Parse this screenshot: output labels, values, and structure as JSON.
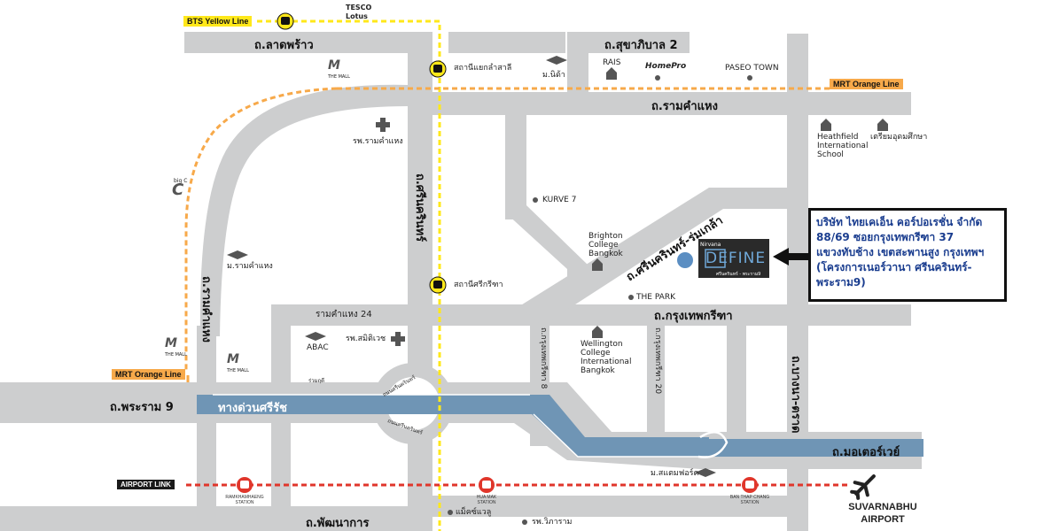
{
  "rail_lines": {
    "bts_yellow": "BTS Yellow Line",
    "mrt_orange_top": "MRT Orange Line",
    "mrt_orange_left": "MRT Orange Line",
    "airport_link": "AIRPORT LINK"
  },
  "roads": {
    "lat_phrao": "ถ.ลาดพร้าว",
    "sukhaphiban2": "ถ.สุขาภิบาล 2",
    "ramkhamhaeng": "ถ.รามคำแหง",
    "ramkhamhaeng_vertical": "ถ.รามคำแหง",
    "srinakarin": "ถ.ศรีนครินทร์",
    "srinakarin_romklao": "ถ.ศรีนครินทร์-ร่มเกล้า",
    "krungthep_kreetha": "ถ.กรุงเทพกรีฑา",
    "ramkhamhaeng24": "รามคำแหง 24",
    "rama9": "ถ.พระราม 9",
    "si_rat_expressway": "ทางด่วนศรีรัช",
    "motorway": "ถ.มอเตอร์เวย์",
    "phatthanakan": "ถ.พัฒนาการ",
    "kt8": "ถ.กรุงเทพกรีฑา 8",
    "kt20": "ถ.กรุงเทพกรีฑา 20",
    "romklao": "ถ.บางนา-ตราด",
    "circle_top": "ถนนศรีนครินทร์",
    "circle_bottom": "ถนนศรีนครินทร์"
  },
  "places": {
    "tesco": "TESCO\nLotus",
    "yaek_lam_sali": "สถานีแยกลำสาลี",
    "m_nida": "ม.นิด้า",
    "rais": "RAIS",
    "homepro": "HomePro",
    "paseo": "PASEO TOWN",
    "rama_hospital": "รพ.รามคำแหง",
    "heathfield": "Heathfield\nInternational\nSchool",
    "triam": "เตรียมอุดมศึกษา",
    "kurve7": "KURVE 7",
    "brighton": "Brighton\nCollege\nBangkok",
    "m_ramkhamhaeng": "ม.รามคำแหง",
    "srikreetha_station": "สถานีศรีกรีฑา",
    "the_park": "THE PARK",
    "wellington": "Wellington\nCollege\nInternational\nBangkok",
    "abac": "ABAC",
    "samitivej": "รพ.สมิติเวช",
    "thai_khai": "ร่วมฤดี",
    "the_mall_top": "THE MALL",
    "the_mall_mid": "THE MALL",
    "the_mall_left": "THE MALL",
    "big_c": "big C",
    "stamford": "ม.สแตมฟอร์ด",
    "makro": "แม็คซ์แวลู",
    "vichaiyut": "รพ.วิภาราม",
    "ramkhamhaeng_station": "RAMKHAMHAENG\nSTATION",
    "hua_mak_station": "HUA MAK\nSTATION",
    "ban_thap_chang_station": "BAN THAP CHANG\nSTATION",
    "airport": "SUVARNABHU\nAIRPORT"
  },
  "project": {
    "brand_small": "Nirvana",
    "logo_text": "DEFINE",
    "tagline": "ศรีนครินทร์ - พระราม9"
  },
  "info_box": {
    "line1": "บริษัท ไทยเคเอ็น คอร์ปอเรชั่น จำกัด",
    "line2": "88/69 ซอยกรุงเทพกรีฑา 37",
    "line3": "แขวงทับช้าง เขตสะพานสูง กรุงเทพฯ",
    "line4": "(โครงการเนอร์วานา ศรีนครินทร์-",
    "line5": "พระราม9)"
  },
  "icons": {
    "train": "train-icon",
    "school": "graduation-cap-icon",
    "home": "house-icon",
    "hospital": "cross-icon",
    "plane": "plane-icon",
    "pin": "location-dot-icon"
  },
  "colors": {
    "road": "#cdcecf",
    "expressway": "#6f95b5",
    "bts_yellow": "#ffe81a",
    "mrt_orange": "#f7a94a",
    "airport_link": "#e0362b",
    "project_dot": "#5b8ec2",
    "info_text": "#1a3d8f"
  }
}
